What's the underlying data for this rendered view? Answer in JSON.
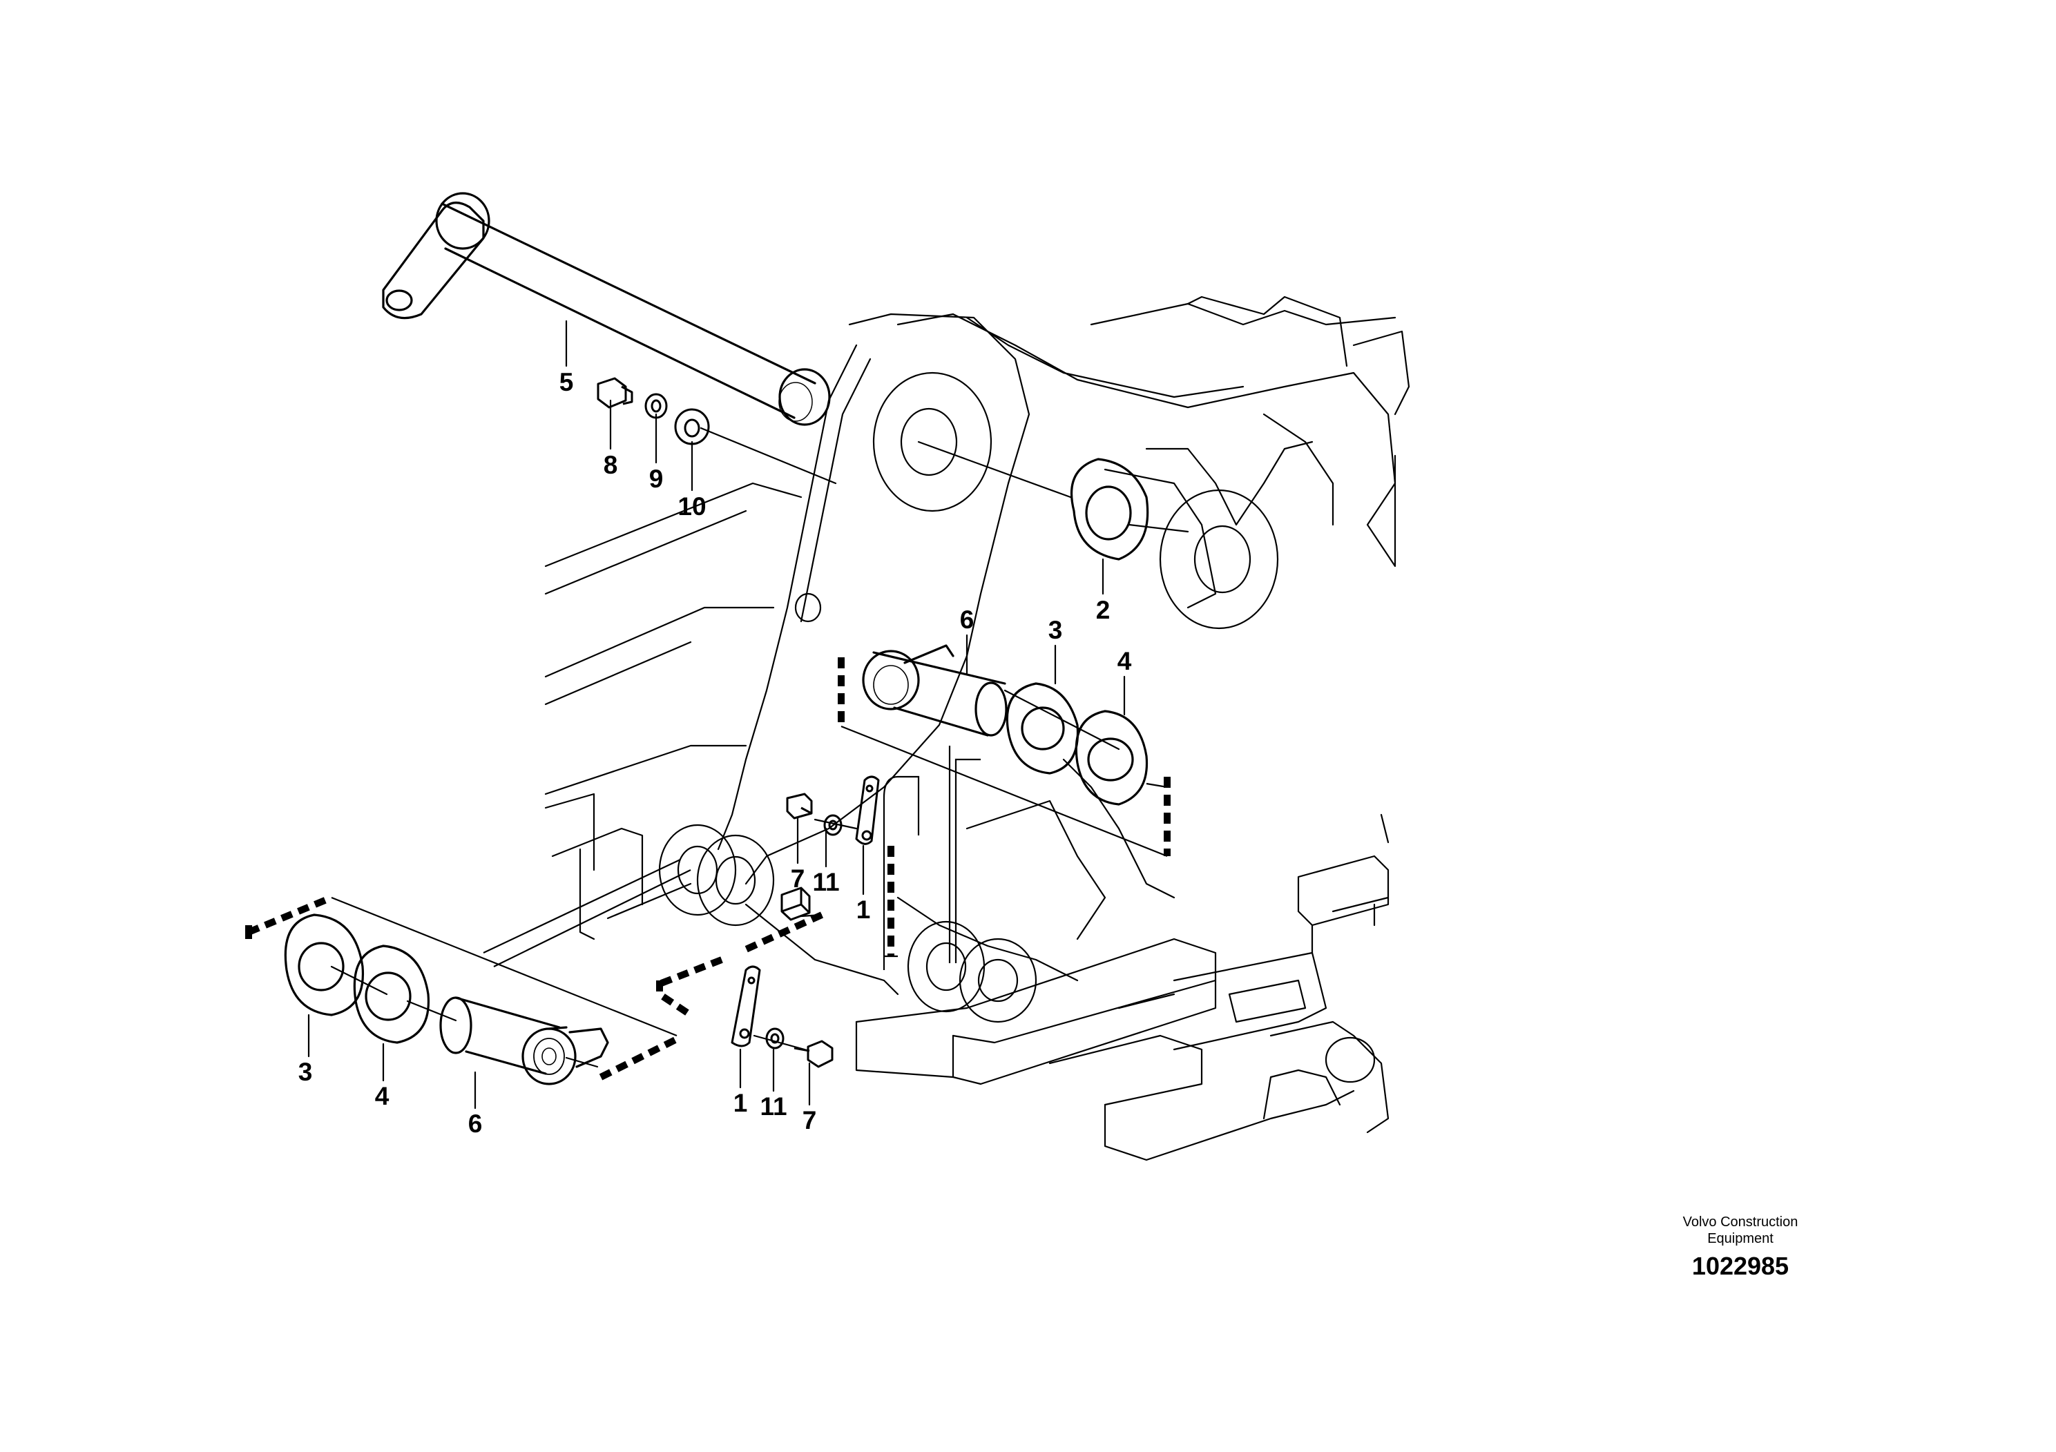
{
  "diagram": {
    "callouts": [
      {
        "id": "c5",
        "label": "5"
      },
      {
        "id": "c8",
        "label": "8"
      },
      {
        "id": "c9",
        "label": "9"
      },
      {
        "id": "c10",
        "label": "10"
      },
      {
        "id": "c2",
        "label": "2"
      },
      {
        "id": "c6a",
        "label": "6"
      },
      {
        "id": "c3a",
        "label": "3"
      },
      {
        "id": "c4a",
        "label": "4"
      },
      {
        "id": "c7a",
        "label": "7"
      },
      {
        "id": "c11a",
        "label": "11"
      },
      {
        "id": "c1a",
        "label": "1"
      },
      {
        "id": "c3b",
        "label": "3"
      },
      {
        "id": "c4b",
        "label": "4"
      },
      {
        "id": "c6b",
        "label": "6"
      },
      {
        "id": "c1b",
        "label": "1"
      },
      {
        "id": "c11b",
        "label": "11"
      },
      {
        "id": "c7b",
        "label": "7"
      }
    ]
  },
  "branding": {
    "company_line1": "Volvo Construction",
    "company_line2": "Equipment",
    "drawing_number": "1022985"
  },
  "colors": {
    "line": "#000000",
    "background": "#ffffff"
  }
}
